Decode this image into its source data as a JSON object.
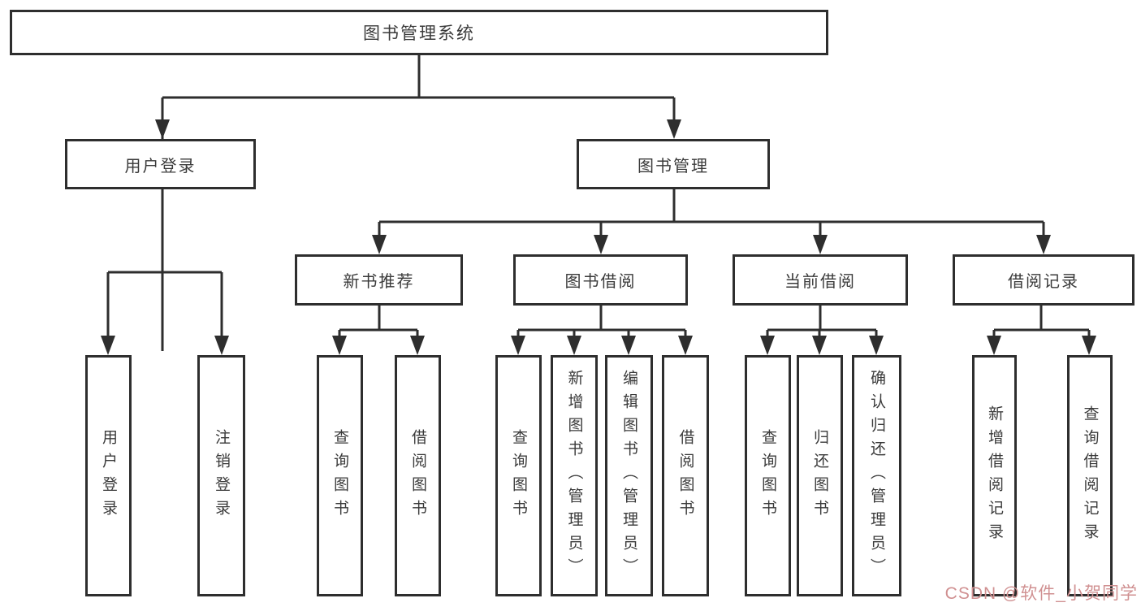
{
  "diagram": {
    "type": "hierarchy-tree",
    "nodes": {
      "root": "图书管理系统",
      "user_login": "用户登录",
      "book_mgmt": "图书管理",
      "new_book_rec": "新书推荐",
      "book_borrow": "图书借阅",
      "current_borrow": "当前借阅",
      "borrow_records": "借阅记录",
      "leaf_user_login": "用户登录",
      "leaf_logout": "注销登录",
      "leaf_nbr_query_books": "查询图书",
      "leaf_nbr_borrow_books": "借阅图书",
      "leaf_bb_query_books": "查询图书",
      "leaf_bb_add_books": "新增图书（管理员）",
      "leaf_bb_edit_books": "编辑图书（管理员）",
      "leaf_bb_borrow_books": "借阅图书",
      "leaf_cb_query_books": "查询图书",
      "leaf_cb_return_books": "归还图书",
      "leaf_cb_confirm_return": "确认归还（管理员）",
      "leaf_br_add_record": "新增借阅记录",
      "leaf_br_query_record": "查询借阅记录"
    },
    "colors": {
      "line": "#2e2e2e",
      "text": "#3a3a3a",
      "background": "#ffffff",
      "watermark": "#d09091"
    }
  },
  "watermark": "CSDN @软件_小贺同学"
}
